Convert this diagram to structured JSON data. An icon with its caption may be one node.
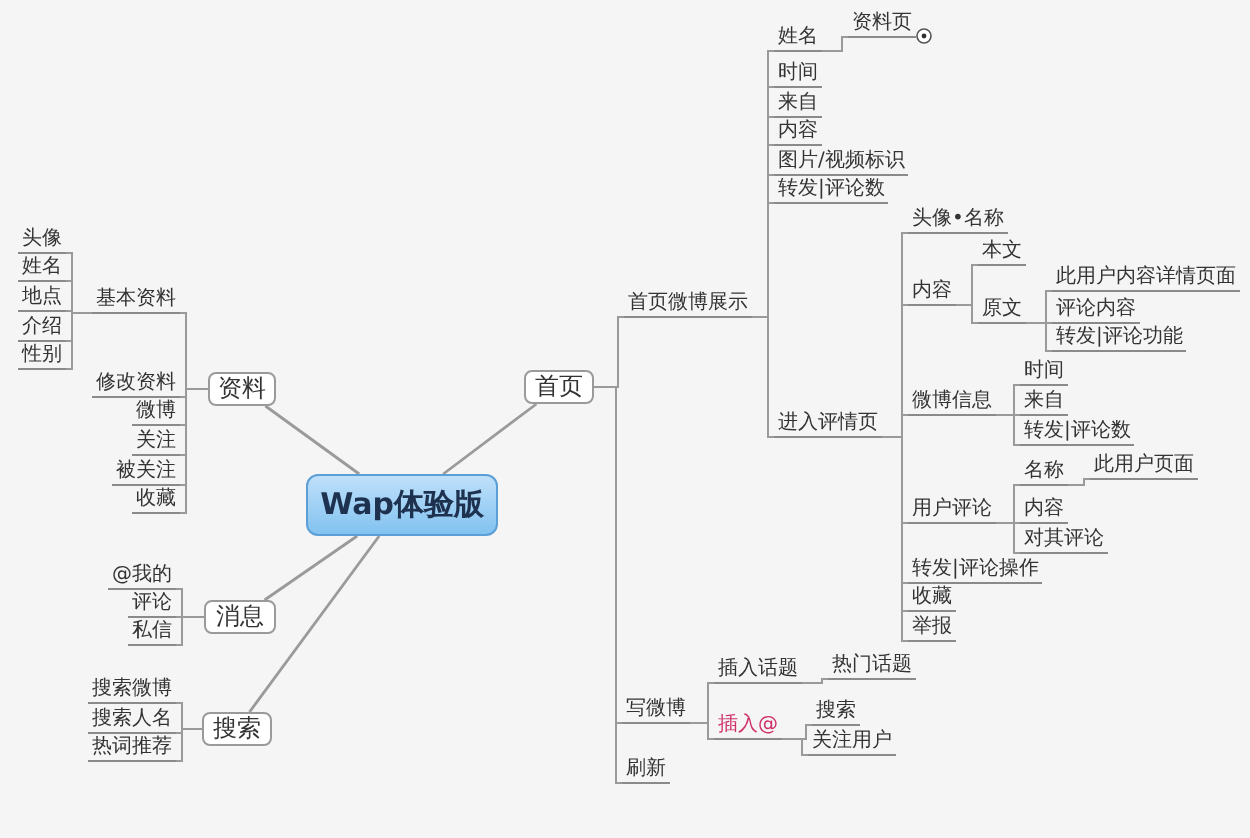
{
  "diagram": {
    "nodes": [
      {
        "text": [
          "Wap体验版"
        ]
      },
      {
        "text": [
          "资料"
        ]
      },
      {
        "text": [
          "基本资料"
        ]
      },
      {
        "text": [
          "头像"
        ]
      },
      {
        "text": [
          "姓名"
        ]
      },
      {
        "text": [
          "地点"
        ]
      },
      {
        "text": [
          "介绍"
        ]
      },
      {
        "text": [
          "性别"
        ]
      },
      {
        "text": [
          "修改资料"
        ]
      },
      {
        "text": [
          "微博"
        ]
      },
      {
        "text": [
          "关注"
        ]
      },
      {
        "text": [
          "被关注"
        ]
      },
      {
        "text": [
          "收藏"
        ]
      },
      {
        "text": [
          "消息"
        ]
      },
      {
        "text": [
          "@我的"
        ]
      },
      {
        "text": [
          "评论"
        ]
      },
      {
        "text": [
          "私信"
        ]
      },
      {
        "text": [
          "搜索"
        ]
      },
      {
        "text": [
          "搜索微博"
        ]
      },
      {
        "text": [
          "搜索人名"
        ]
      },
      {
        "text": [
          "热词推荐"
        ]
      },
      {
        "text": [
          "首页"
        ]
      },
      {
        "text": [
          "首页微博展示"
        ]
      },
      {
        "text": [
          "姓名"
        ]
      },
      {
        "text": [
          "资料页"
        ]
      },
      {
        "text": [
          "时间"
        ]
      },
      {
        "text": [
          "来自"
        ]
      },
      {
        "text": [
          "内容"
        ]
      },
      {
        "text": [
          "图片/视频标识"
        ]
      },
      {
        "text": [
          "转发|评论数"
        ]
      },
      {
        "text": [
          "进入评情页"
        ]
      },
      {
        "text": [
          "头像•名称"
        ]
      },
      {
        "text": [
          "内容"
        ]
      },
      {
        "text": [
          "本文"
        ]
      },
      {
        "text": [
          "原文"
        ]
      },
      {
        "text": [
          "此用户内容详情页面"
        ]
      },
      {
        "text": [
          "评论内容"
        ]
      },
      {
        "text": [
          "转发|评论功能"
        ]
      },
      {
        "text": [
          "微博信息"
        ]
      },
      {
        "text": [
          "时间"
        ]
      },
      {
        "text": [
          "来自"
        ]
      },
      {
        "text": [
          "转发|评论数"
        ]
      },
      {
        "text": [
          "用户评论"
        ]
      },
      {
        "text": [
          "名称"
        ]
      },
      {
        "text": [
          "此用户页面"
        ]
      },
      {
        "text": [
          "内容"
        ]
      },
      {
        "text": [
          "对其评论"
        ]
      },
      {
        "text": [
          "转发|评论操作"
        ]
      },
      {
        "text": [
          "收藏"
        ]
      },
      {
        "text": [
          "举报"
        ]
      },
      {
        "text": [
          "写微博"
        ]
      },
      {
        "text": [
          "插入话题"
        ]
      },
      {
        "text": [
          "热门话题"
        ]
      },
      {
        "text": [
          "插入@"
        ]
      },
      {
        "text": [
          "搜索"
        ]
      },
      {
        "text": [
          "关注用户"
        ]
      },
      {
        "text": [
          "刷新"
        ]
      }
    ],
    "edges": [
      {
        "from": 0,
        "to": 1,
        "arrow": "none"
      },
      {
        "from": 0,
        "to": 13,
        "arrow": "none"
      },
      {
        "from": 0,
        "to": 17,
        "arrow": "none"
      },
      {
        "from": 0,
        "to": 21,
        "arrow": "none"
      },
      {
        "from": 1,
        "to": 2,
        "arrow": "none"
      },
      {
        "from": 1,
        "to": 8,
        "arrow": "none"
      },
      {
        "from": 1,
        "to": 9,
        "arrow": "none"
      },
      {
        "from": 1,
        "to": 10,
        "arrow": "none"
      },
      {
        "from": 1,
        "to": 11,
        "arrow": "none"
      },
      {
        "from": 1,
        "to": 12,
        "arrow": "none"
      },
      {
        "from": 2,
        "to": 3,
        "arrow": "none"
      },
      {
        "from": 2,
        "to": 4,
        "arrow": "none"
      },
      {
        "from": 2,
        "to": 5,
        "arrow": "none"
      },
      {
        "from": 2,
        "to": 6,
        "arrow": "none"
      },
      {
        "from": 2,
        "to": 7,
        "arrow": "none"
      },
      {
        "from": 13,
        "to": 14,
        "arrow": "none"
      },
      {
        "from": 13,
        "to": 15,
        "arrow": "none"
      },
      {
        "from": 13,
        "to": 16,
        "arrow": "none"
      },
      {
        "from": 17,
        "to": 18,
        "arrow": "none"
      },
      {
        "from": 17,
        "to": 19,
        "arrow": "none"
      },
      {
        "from": 17,
        "to": 20,
        "arrow": "none"
      },
      {
        "from": 21,
        "to": 22,
        "arrow": "none"
      },
      {
        "from": 21,
        "to": 50,
        "arrow": "none"
      },
      {
        "from": 21,
        "to": 56,
        "arrow": "none"
      },
      {
        "from": 22,
        "to": 23,
        "arrow": "none"
      },
      {
        "from": 22,
        "to": 25,
        "arrow": "none"
      },
      {
        "from": 22,
        "to": 26,
        "arrow": "none"
      },
      {
        "from": 22,
        "to": 27,
        "arrow": "none"
      },
      {
        "from": 22,
        "to": 28,
        "arrow": "none"
      },
      {
        "from": 22,
        "to": 29,
        "arrow": "none"
      },
      {
        "from": 22,
        "to": 30,
        "arrow": "none"
      },
      {
        "from": 23,
        "to": 24,
        "arrow": "none"
      },
      {
        "from": 30,
        "to": 31,
        "arrow": "none"
      },
      {
        "from": 30,
        "to": 32,
        "arrow": "none"
      },
      {
        "from": 30,
        "to": 38,
        "arrow": "none"
      },
      {
        "from": 30,
        "to": 42,
        "arrow": "none"
      },
      {
        "from": 30,
        "to": 47,
        "arrow": "none"
      },
      {
        "from": 30,
        "to": 48,
        "arrow": "none"
      },
      {
        "from": 30,
        "to": 49,
        "arrow": "none"
      },
      {
        "from": 32,
        "to": 33,
        "arrow": "none"
      },
      {
        "from": 32,
        "to": 34,
        "arrow": "none"
      },
      {
        "from": 34,
        "to": 35,
        "arrow": "none"
      },
      {
        "from": 34,
        "to": 36,
        "arrow": "none"
      },
      {
        "from": 34,
        "to": 37,
        "arrow": "none"
      },
      {
        "from": 38,
        "to": 39,
        "arrow": "none"
      },
      {
        "from": 38,
        "to": 40,
        "arrow": "none"
      },
      {
        "from": 38,
        "to": 41,
        "arrow": "none"
      },
      {
        "from": 42,
        "to": 43,
        "arrow": "none"
      },
      {
        "from": 42,
        "to": 45,
        "arrow": "none"
      },
      {
        "from": 42,
        "to": 46,
        "arrow": "none"
      },
      {
        "from": 43,
        "to": 44,
        "arrow": "none"
      },
      {
        "from": 50,
        "to": 51,
        "arrow": "none"
      },
      {
        "from": 50,
        "to": 53,
        "arrow": "none"
      },
      {
        "from": 51,
        "to": 52,
        "arrow": "none"
      },
      {
        "from": 53,
        "to": 54,
        "arrow": "none"
      },
      {
        "from": 53,
        "to": 55,
        "arrow": "none"
      }
    ]
  }
}
